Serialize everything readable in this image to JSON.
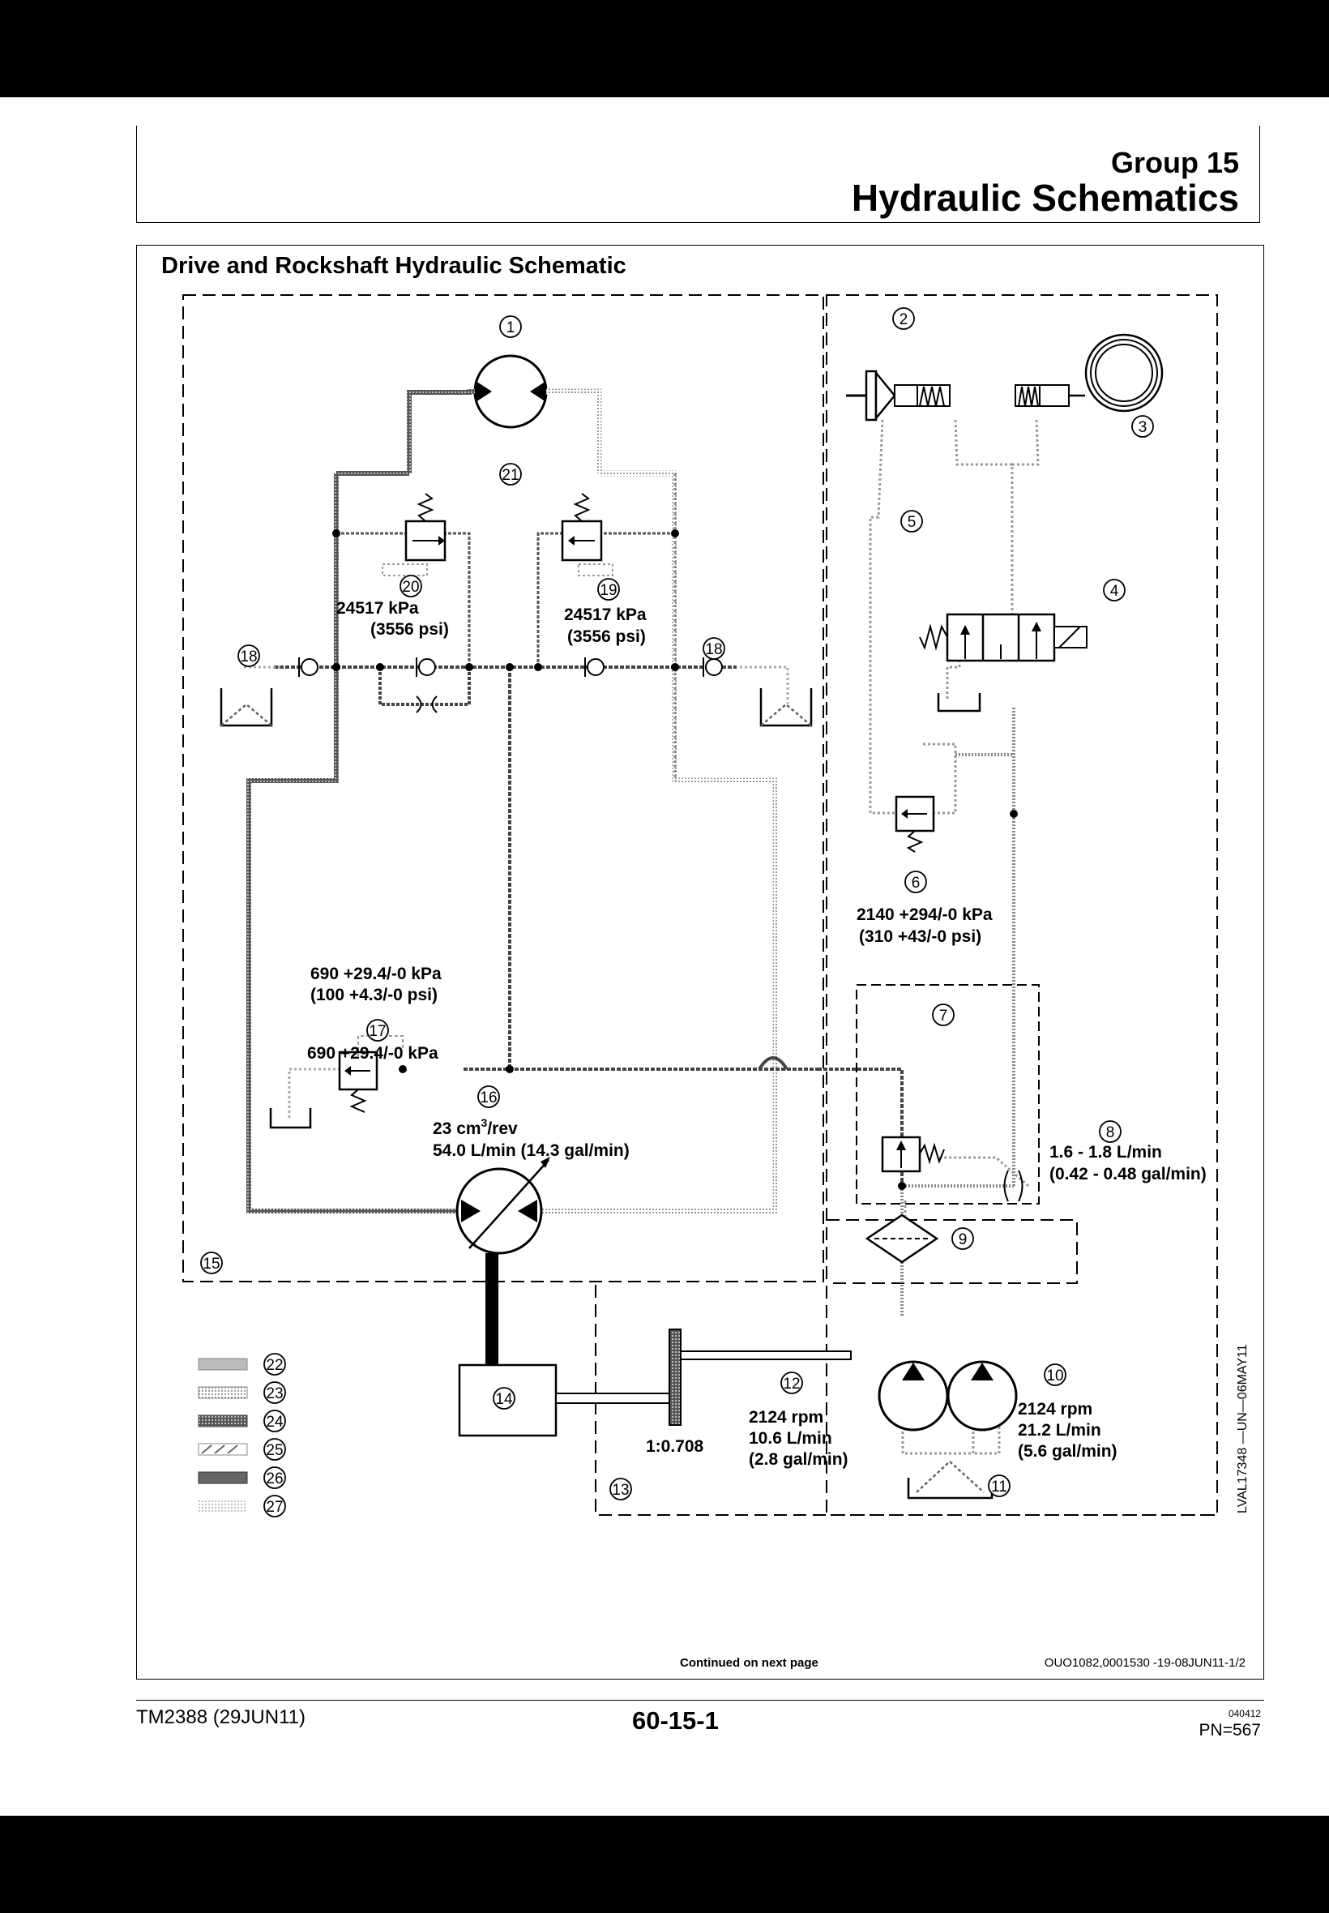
{
  "header": {
    "group": "Group  15",
    "title": "Hydraulic Schematics"
  },
  "section_title": "Drive and Rockshaft Hydraulic Schematic",
  "callouts": [
    "1",
    "2",
    "3",
    "4",
    "5",
    "6",
    "7",
    "8",
    "9",
    "10",
    "11",
    "12",
    "13",
    "14",
    "15",
    "16",
    "17",
    "18",
    "18",
    "19",
    "20",
    "21",
    "22",
    "23",
    "24",
    "25",
    "26",
    "27"
  ],
  "annotations": {
    "relief_20_kpa": "24517 kPa",
    "relief_20_psi": "(3556 psi)",
    "relief_19_kpa": "24517 kPa",
    "relief_19_psi": "(3556 psi)",
    "valve_6_kpa": "2140 +294/-0 kPa",
    "valve_6_psi": "(310 +43/-0 psi)",
    "valve_17_kpa": "690 +29.4/-0 kPa",
    "valve_17_psi": "(100 +4.3/-0 psi)",
    "pump_16_disp": "23 cm",
    "pump_16_disp_sup": "3",
    "pump_16_disp_unit": "/rev",
    "pump_16_flow": "54.0 L/min (14.3 gal/min)",
    "orifice_8_flow": "1.6 - 1.8 L/min",
    "orifice_8_gal": "(0.42 - 0.48 gal/min)",
    "pump_12_rpm": "2124 rpm",
    "pump_12_flow": "10.6 L/min",
    "pump_12_gal": "(2.8 gal/min)",
    "pump_10_rpm": "2124 rpm",
    "pump_10_flow": "21.2 L/min",
    "pump_10_gal": "(5.6 gal/min)",
    "gear_ratio": "1:0.708",
    "figure_id": "LVAL17348 —UN—06MAY11"
  },
  "footer": {
    "continued": "Continued on next page",
    "ref_code": "OUO1082,0001530 -19-08JUN11-1/2",
    "manual": "TM2388 (29JUN11)",
    "page_number": "60-15-1",
    "small_code": "040412",
    "pn": "PN=567"
  }
}
